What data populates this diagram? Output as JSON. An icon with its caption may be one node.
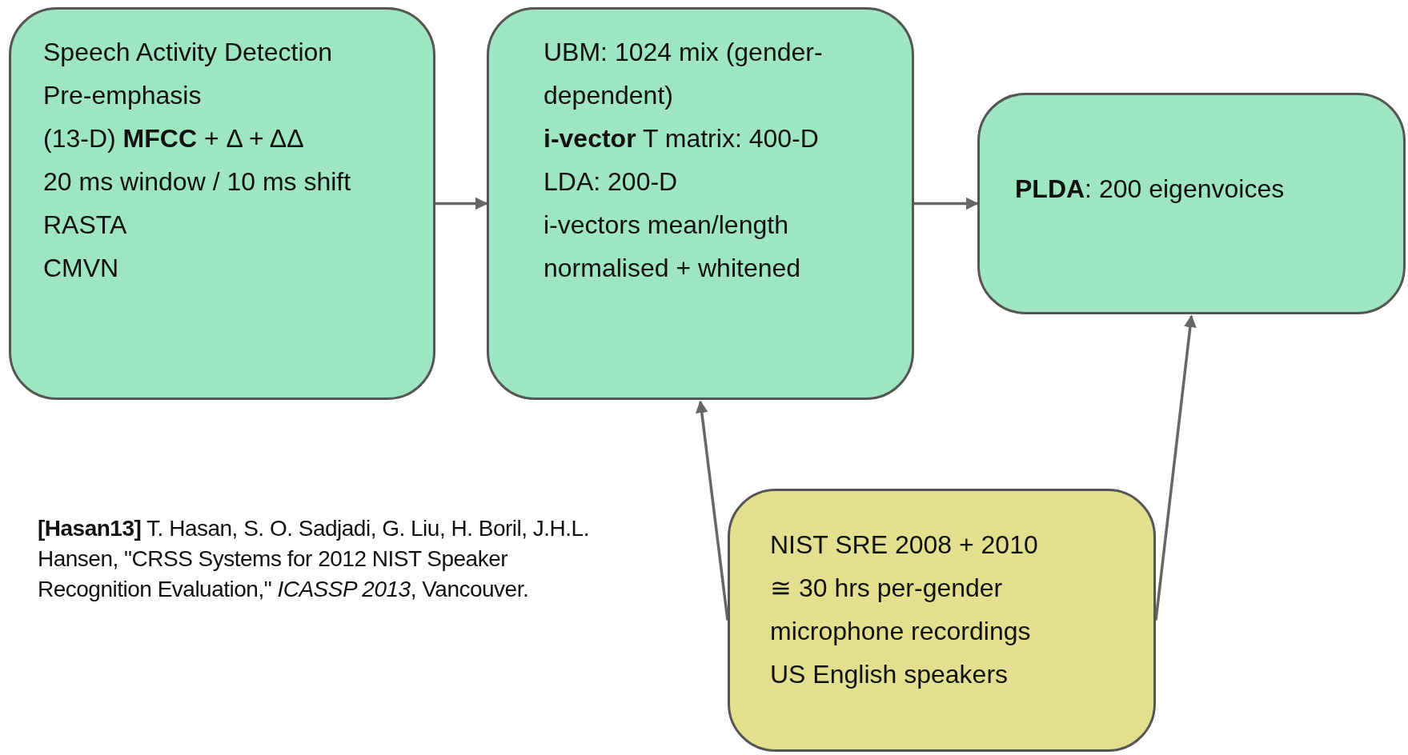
{
  "diagram": {
    "nodes": [
      {
        "text": [
          "Speech Activity Detection",
          "Pre-emphasis",
          "(13-D) **MFCC** + Δ + ΔΔ",
          "20 ms window / 10 ms shift",
          "RASTA",
          "CMVN"
        ]
      },
      {
        "text": [
          "UBM: 1024 mix (gender-dependent)",
          "**i-vector** T matrix: 400-D",
          "LDA: 200-D",
          "i-vectors mean/length normalised + whitened"
        ]
      },
      {
        "text": [
          "**PLDA**: 200 eigenvoices"
        ]
      },
      {
        "text": [
          "NIST SRE 2008 + 2010",
          "≅ 30 hrs per-gender",
          "microphone recordings",
          "US English speakers"
        ]
      }
    ],
    "edges": [
      {
        "from": 0,
        "to": 1,
        "arrow": "to"
      },
      {
        "from": 1,
        "to": 2,
        "arrow": "to"
      },
      {
        "from": 3,
        "to": 1,
        "arrow": "to"
      },
      {
        "from": 3,
        "to": 2,
        "arrow": "to"
      }
    ],
    "labels": [
      "**[Hasan13]** T. Hasan, S. O. Sadjadi, G. Liu, H. Boril, J.H.L. Hansen, \"CRSS Systems for 2012 NIST Speaker Recognition Evaluation,\" *ICASSP 2013*, Vancouver."
    ]
  }
}
